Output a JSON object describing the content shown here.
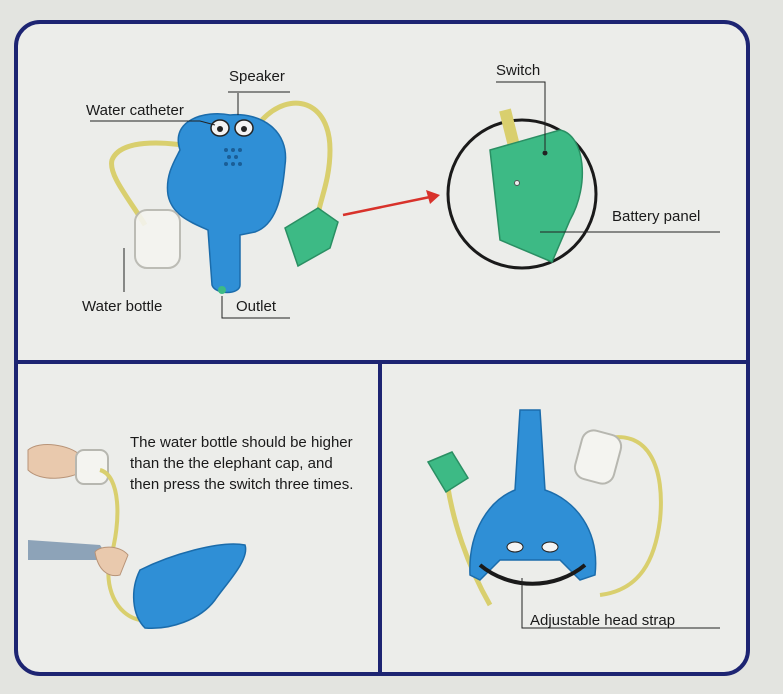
{
  "diagram": {
    "labels": {
      "speaker": "Speaker",
      "water_catheter": "Water catheter",
      "water_bottle": "Water bottle",
      "outlet": "Outlet",
      "switch": "Switch",
      "battery_panel": "Battery panel",
      "adjustable_head_strap": "Adjustable head strap"
    },
    "instruction": "The water bottle should be higher than the  the elephant cap, and then press the switch three times."
  },
  "colors": {
    "frame": "#1d2472",
    "toy_blue": "#2f8fd6",
    "battery_green": "#3dba85",
    "tube_yellow": "#d9cf6e",
    "arrow_red": "#d8322b"
  }
}
